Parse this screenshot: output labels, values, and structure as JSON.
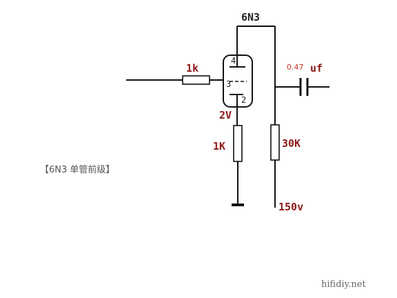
{
  "diagram": {
    "tube_label": "6N3",
    "input_resistor": "1k",
    "coupling_cap_value": "0.47",
    "coupling_cap_unit": "uf",
    "cathode_voltage": "2V",
    "cathode_resistor": "1K",
    "plate_resistor": "30K",
    "supply_voltage": "150v",
    "pins": {
      "plate": "4",
      "grid": "3",
      "cathode": "2"
    },
    "caption": "【6N3 单管前级】",
    "watermark": "hifidiy.net"
  },
  "colors": {
    "wire": "#111111",
    "label_red": "#8b1a1a",
    "cap_value": "#c0392b"
  }
}
